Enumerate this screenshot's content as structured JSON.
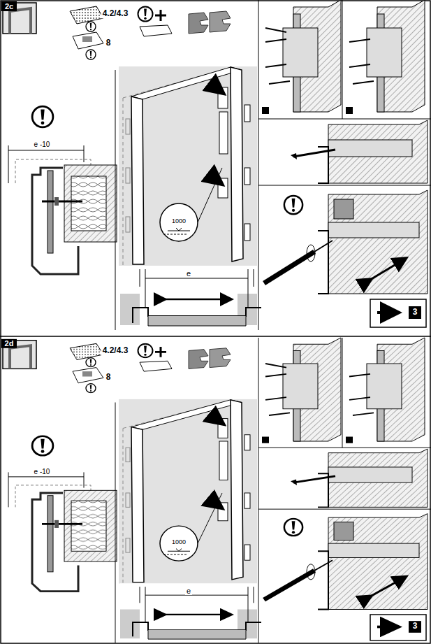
{
  "diagram": {
    "labels": [
      "2c",
      "4.2/4.3",
      "8",
      "e -10",
      "1000",
      "e",
      "3",
      "2d",
      "4.2/4.3",
      "8",
      "e -10",
      "1000",
      "e",
      "3"
    ]
  }
}
